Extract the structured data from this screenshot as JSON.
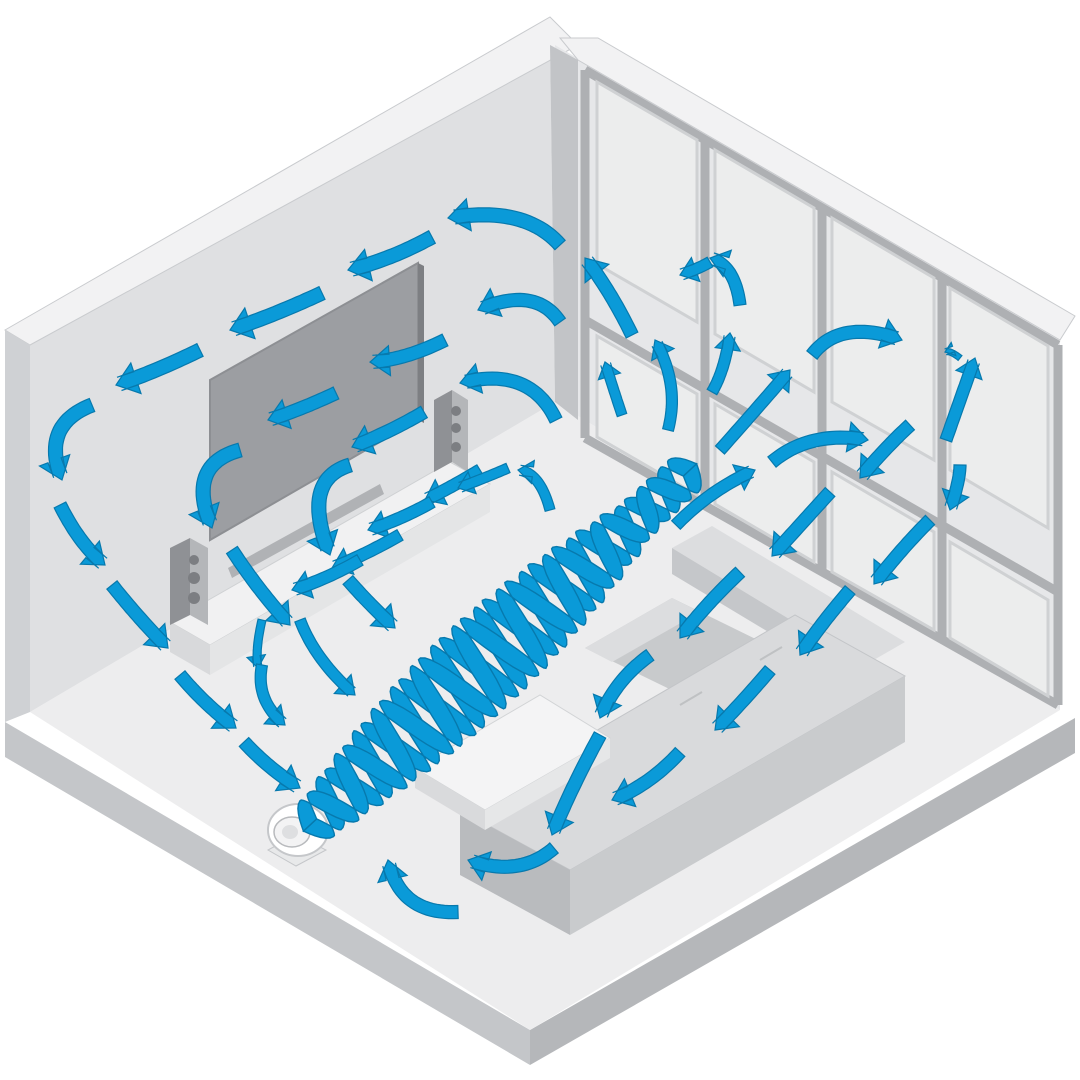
{
  "diagram": {
    "kind": "isometric room airflow illustration",
    "labels": [],
    "colors": {
      "airflow": "#0a9ad8",
      "airflow_stroke": "#0779ad",
      "wall_light": "#e3e4e6",
      "wall_mid": "#d2d4d7",
      "wall_edge": "#b8babd",
      "floor": "#ededee",
      "frame": "#a9abae",
      "screen": "#9c9ea2",
      "furniture_top": "#dcdddf",
      "furniture_side": "#b9bbbe",
      "device": "#ffffff"
    },
    "objects": [
      "left-wall",
      "window-wall",
      "floor",
      "tv-screen",
      "soundbar",
      "speaker-left",
      "speaker-right",
      "tv-console",
      "coffee-table",
      "sectional-sofa",
      "air-circulator-fan"
    ]
  }
}
